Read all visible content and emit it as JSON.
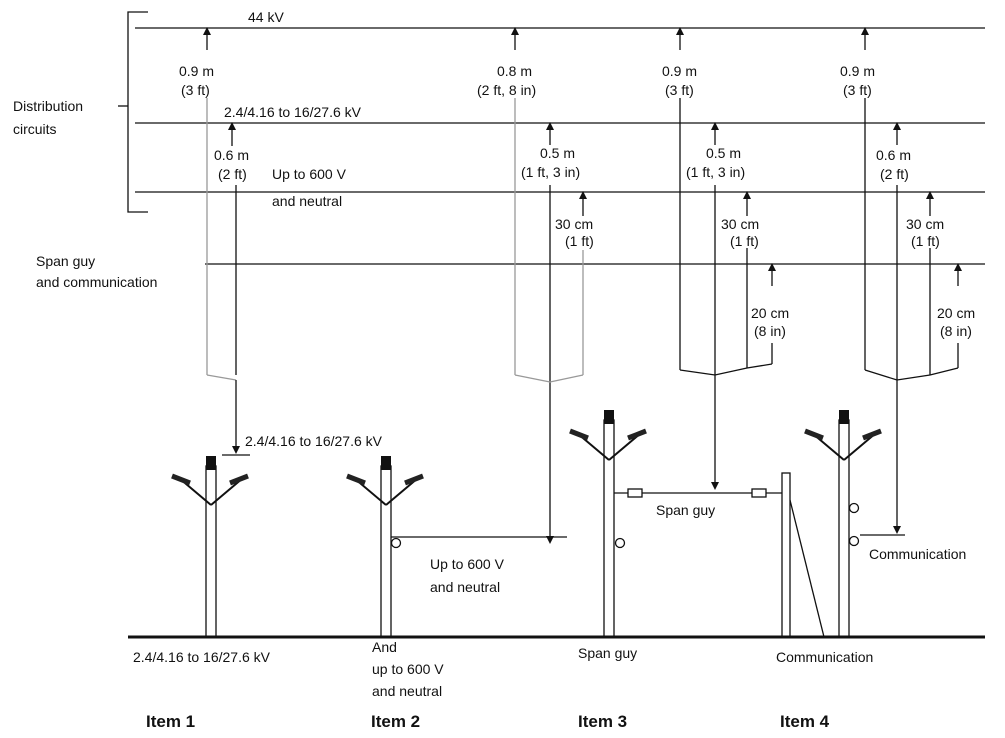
{
  "levels": {
    "kv44": "44 kV",
    "dist": "2.4/4.16 to 16/27.6 kV",
    "low_1": "Up to 600 V",
    "low_2": "and neutral"
  },
  "left_labels": {
    "distribution_1": "Distribution",
    "distribution_2": "circuits",
    "span_1": "Span guy",
    "span_2": "and communication"
  },
  "clearances": {
    "i1_top_1": "0.9 m",
    "i1_top_2": "(3 ft)",
    "i1_mid_1": "0.6 m",
    "i1_mid_2": "(2 ft)",
    "i2_top_1": "0.8 m",
    "i2_top_2": "(2 ft, 8 in)",
    "i2_mid_1": "0.5 m",
    "i2_mid_2": "(1 ft, 3 in)",
    "i2_low_1": "30 cm",
    "i2_low_2": "(1 ft)",
    "i3_top_1": "0.9 m",
    "i3_top_2": "(3 ft)",
    "i3_mid_1": "0.5 m",
    "i3_mid_2": "(1 ft, 3 in)",
    "i3_low_1": "30 cm",
    "i3_low_2": "(1 ft)",
    "i3_sub_1": "20 cm",
    "i3_sub_2": "(8 in)",
    "i4_top_1": "0.9 m",
    "i4_top_2": "(3 ft)",
    "i4_mid_1": "0.6 m",
    "i4_mid_2": "(2 ft)",
    "i4_low_1": "30 cm",
    "i4_low_2": "(1 ft)",
    "i4_sub_1": "20 cm",
    "i4_sub_2": "(8 in)"
  },
  "pole_labels": {
    "item1_wire": "2.4/4.16 to 16/27.6 kV",
    "item2_wire_1": "Up to 600 V",
    "item2_wire_2": "and neutral",
    "item3_wire": "Span guy",
    "item4_wire": "Communication"
  },
  "ground_labels": {
    "item1": "2.4/4.16 to 16/27.6 kV",
    "item2_1": "And",
    "item2_2": "up to 600 V",
    "item2_3": "and neutral",
    "item3": "Span guy",
    "item4": "Communication"
  },
  "items": [
    "Item 1",
    "Item 2",
    "Item 3",
    "Item 4"
  ]
}
